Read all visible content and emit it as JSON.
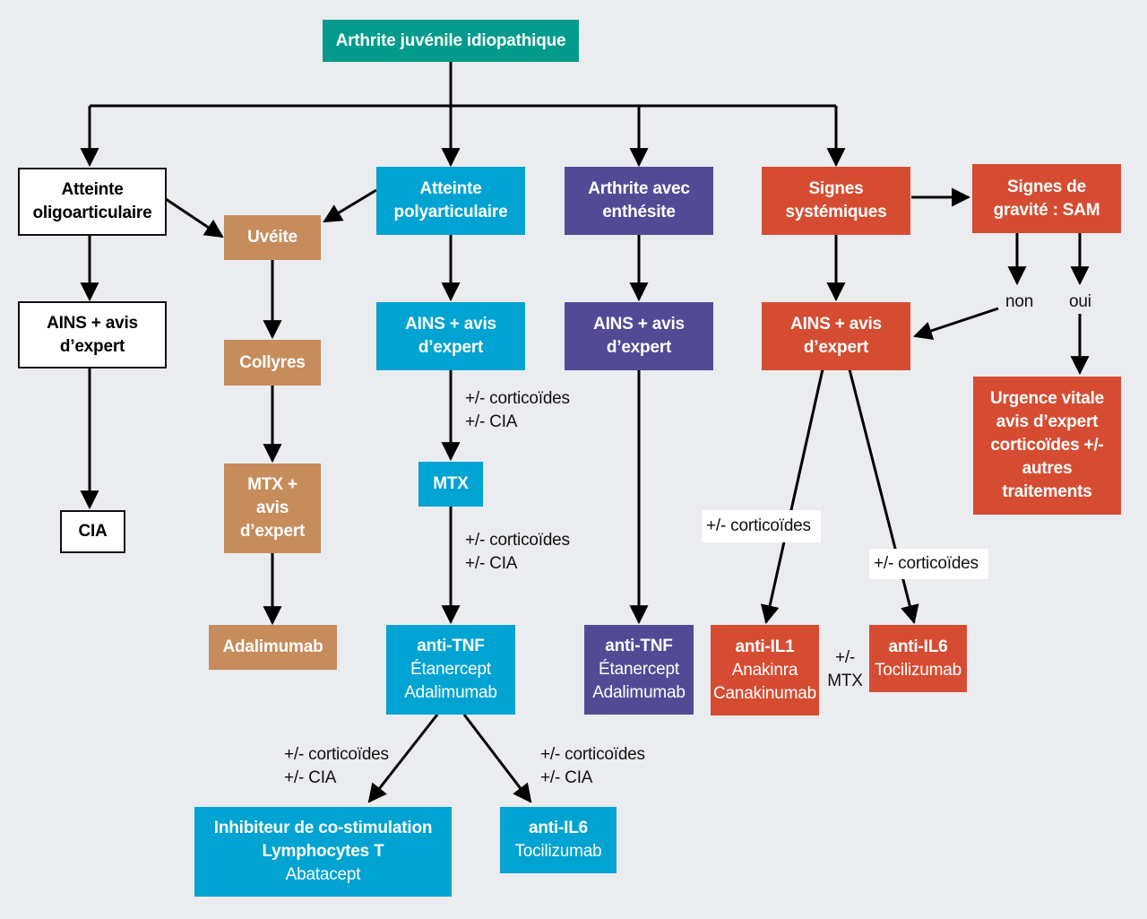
{
  "colors": {
    "teal": "#009b8c",
    "blue": "#00a3d2",
    "tan": "#c68c5c",
    "purple": "#534a96",
    "red": "#d64c32",
    "background": "#ebecef"
  },
  "root": "Arthrite juvénile idiopathique",
  "oligo": {
    "title": [
      "Atteinte",
      "oligoarticulaire"
    ],
    "ains": [
      "AINS + avis",
      "d’expert"
    ],
    "cia": "CIA"
  },
  "uveite": {
    "title": "Uvéite",
    "collyres": "Collyres",
    "mtx": [
      "MTX +",
      "avis",
      "d’expert"
    ],
    "adalimumab": "Adalimumab"
  },
  "poly": {
    "title": [
      "Atteinte",
      "polyarticulaire"
    ],
    "ains": [
      "AINS + avis",
      "d’expert"
    ],
    "label1": [
      "+/- corticoïdes",
      "+/- CIA"
    ],
    "mtx": "MTX",
    "label2": [
      "+/- corticoïdes",
      "+/- CIA"
    ],
    "antitnf": {
      "title": "anti-TNF",
      "drugs": [
        "Étanercept",
        "Adalimumab"
      ]
    },
    "label_left": [
      "+/- corticoïdes",
      "+/- CIA"
    ],
    "label_right": [
      "+/- corticoïdes",
      "+/- CIA"
    ],
    "costim": {
      "title": [
        "Inhibiteur de co-stimulation",
        "Lymphocytes T"
      ],
      "drug": "Abatacept"
    },
    "antiil6": {
      "title": "anti-IL6",
      "drug": "Tocilizumab"
    }
  },
  "enthesite": {
    "title": [
      "Arthrite avec",
      "enthésite"
    ],
    "ains": [
      "AINS + avis",
      "d’expert"
    ],
    "antitnf": {
      "title": "anti-TNF",
      "drugs": [
        "Étanercept",
        "Adalimumab"
      ]
    }
  },
  "systemic": {
    "title": [
      "Signes",
      "systémiques"
    ],
    "gravite": [
      "Signes de",
      "gravité : SAM"
    ],
    "non": "non",
    "oui": "oui",
    "ains": [
      "AINS + avis",
      "d’expert"
    ],
    "urgence": [
      "Urgence vitale",
      "avis d’expert",
      "corticoïdes +/-",
      "autres",
      "traitements"
    ],
    "label_il1": "+/- corticoïdes",
    "label_il6": "+/- corticoïdes",
    "antiil1": {
      "title": "anti-IL1",
      "drugs": [
        "Anakinra",
        "Canakinumab"
      ]
    },
    "mtx_label": [
      "+/-",
      "MTX"
    ],
    "antiil6": {
      "title": "anti-IL6",
      "drug": "Tocilizumab"
    }
  }
}
